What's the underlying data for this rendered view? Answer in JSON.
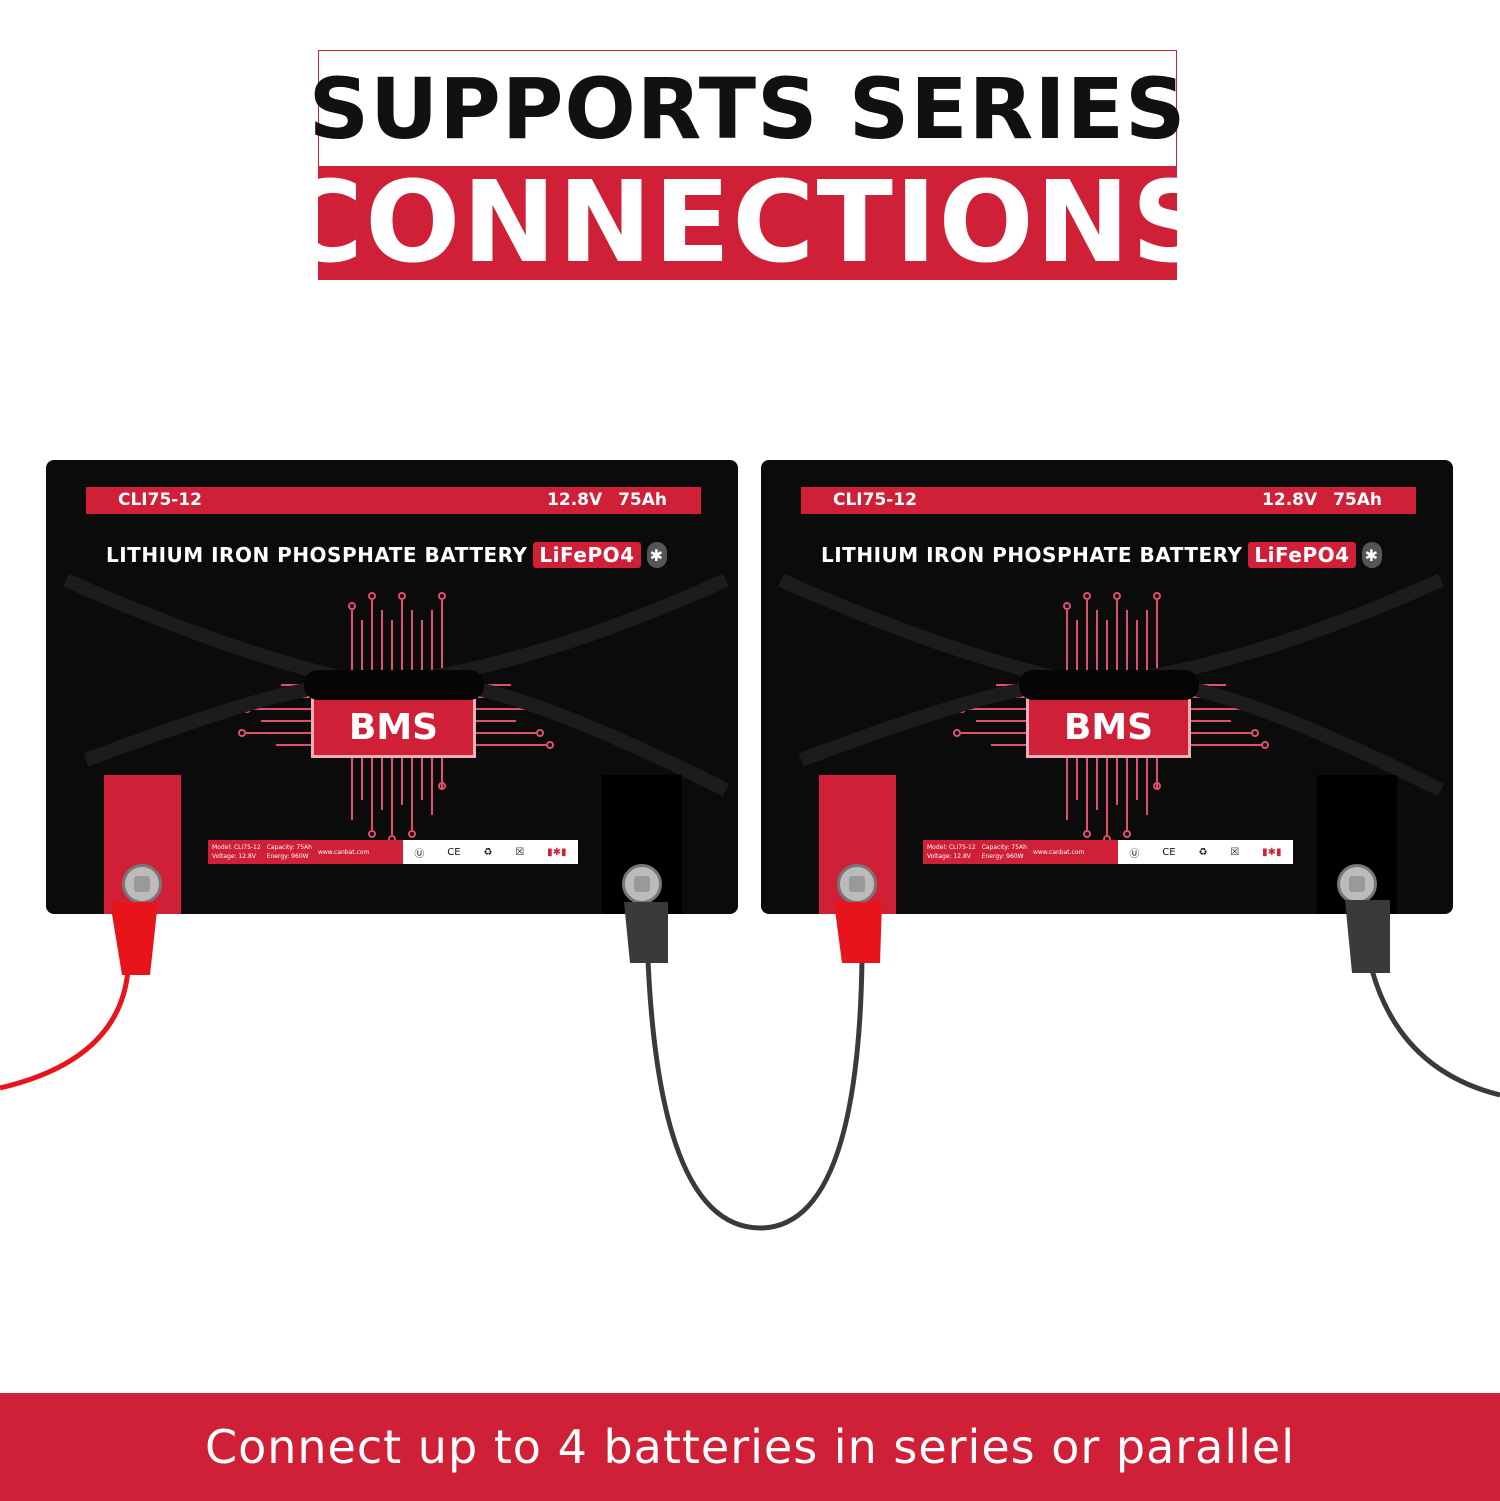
{
  "title": {
    "line1": "SUPPORTS SERIES",
    "line2": "CONNECTIONS"
  },
  "batteries": [
    {
      "model": "CLI75-12",
      "voltage": "12.8V",
      "capacity": "75Ah",
      "title": "LITHIUM IRON PHOSPHATE BATTERY",
      "chemistry": "LiFePO4",
      "chip": "BMS",
      "label": {
        "model": "Model: CLI75-12",
        "voltage": "Voltage: 12.8V",
        "capacity": "Capacity: 75Ah",
        "energy": "Energy: 960W",
        "url": "www.canbat.com"
      }
    },
    {
      "model": "CLI75-12",
      "voltage": "12.8V",
      "capacity": "75Ah",
      "title": "LITHIUM IRON PHOSPHATE BATTERY",
      "chemistry": "LiFePO4",
      "chip": "BMS",
      "label": {
        "model": "Model: CLI75-12",
        "voltage": "Voltage: 12.8V",
        "capacity": "Capacity: 75Ah",
        "energy": "Energy: 960W",
        "url": "www.canbat.com"
      }
    }
  ],
  "icons": [
    "bluetooth-icon",
    "ul-icon",
    "ce-icon",
    "recycle-icon",
    "no-trash-icon",
    "canada-flag-icon"
  ],
  "colors": {
    "brand_red": "#cf2038",
    "battery_body": "#0b0b0b",
    "positive_cable": "#e8141c",
    "negative_cable": "#3a3a3a"
  },
  "banner": {
    "text": "Connect up to 4 batteries in series or parallel"
  }
}
